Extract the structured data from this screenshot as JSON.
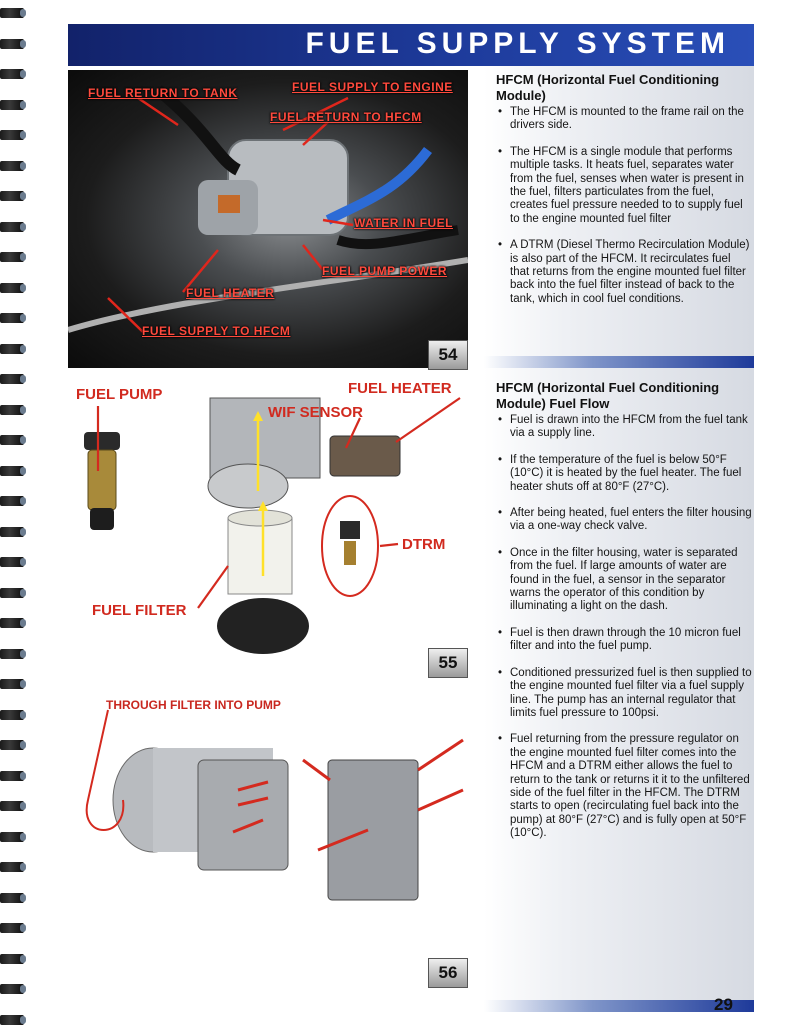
{
  "header": {
    "title": "FUEL SUPPLY SYSTEM"
  },
  "figure54": {
    "number": "54",
    "labels": {
      "return_to_tank": "FUEL RETURN TO TANK",
      "supply_to_engine": "FUEL SUPPLY TO ENGINE",
      "return_to_hfcm": "FUEL RETURN TO HFCM",
      "water_in_fuel": "WATER IN FUEL",
      "fuel_pump_power": "FUEL PUMP POWER",
      "fuel_heater": "FUEL HEATER",
      "supply_to_hfcm": "FUEL SUPPLY TO HFCM"
    }
  },
  "figure55": {
    "number": "55",
    "labels": {
      "fuel_pump": "FUEL PUMP",
      "fuel_heater": "FUEL HEATER",
      "wif_sensor": "WIF SENSOR",
      "dtrm": "DTRM",
      "fuel_filter": "FUEL FILTER"
    }
  },
  "figure56": {
    "number": "56",
    "labels": {
      "through_filter": "THROUGH FILTER INTO PUMP"
    }
  },
  "section1": {
    "title": "HFCM (Horizontal Fuel Conditioning Module)",
    "bullets": [
      "The HFCM is mounted to the frame rail on the drivers side.",
      "The HFCM is a single module that performs multiple tasks. It heats fuel, separates water from the fuel, senses when water is present in the fuel, filters particulates from the fuel, creates fuel pressure needed to to supply fuel to the engine mounted fuel filter",
      "A DTRM (Diesel Thermo Recirculation Module) is also part of the HFCM. It recirculates fuel that returns from the engine mounted fuel filter back into the fuel filter instead of back to the tank, which in cool fuel conditions."
    ]
  },
  "section2": {
    "title": "HFCM (Horizontal Fuel Conditioning Module) Fuel Flow",
    "bullets": [
      "Fuel is drawn into the HFCM from the fuel tank via a supply line.",
      "If the temperature of the fuel is below 50°F (10°C) it is heated by the fuel heater. The fuel heater shuts off at 80°F (27°C).",
      "After being heated, fuel enters the filter housing via a one-way check valve.",
      "Once in the filter housing, water is separated from the fuel. If large amounts of water are found in the fuel, a sensor in the separator warns the operator of this condition by illuminating a light on the dash.",
      "Fuel is then drawn through the 10 micron fuel filter and into the fuel pump.",
      "Conditioned pressurized fuel is then supplied to the engine mounted fuel filter via a fuel supply line. The pump has an internal regulator that limits fuel pressure to 100psi.",
      "Fuel returning from the pressure regulator on the engine mounted fuel filter comes into the HFCM and a DTRM either allows the fuel to return to the tank or returns it it to the unfiltered side of the fuel filter in the HFCM. The DTRM starts to open (recirculating fuel back into the pump) at 80°F (27°C) and is fully open at 50°F (10°C)."
    ]
  },
  "page_number": "29"
}
